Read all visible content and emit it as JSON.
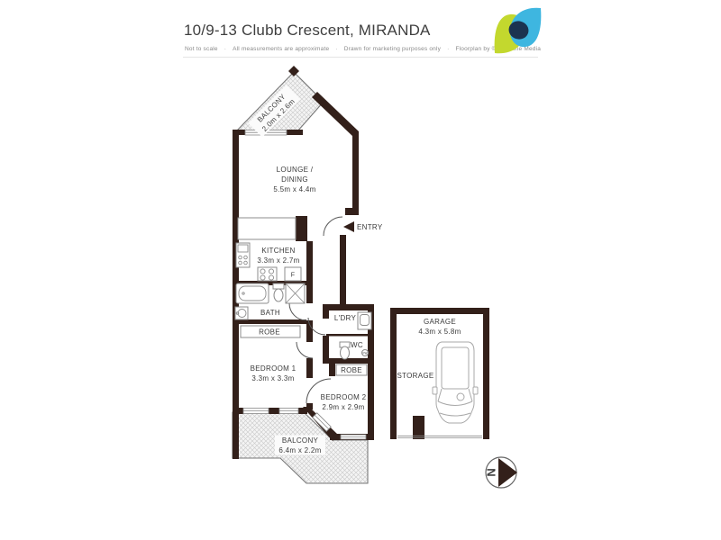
{
  "header": {
    "title": "10/9-13 Clubb Crescent, MIRANDA",
    "separator": "·",
    "disclaimer": [
      "Not to scale",
      "All measurements are approximate",
      "Drawn for marketing purposes only",
      "Floorplan by © Industrie Media"
    ]
  },
  "floorplan": {
    "rooms": {
      "balcony_top": {
        "name": "BALCONY",
        "dims": "2.0m x 2.6m"
      },
      "lounge_dining": {
        "name_line1": "LOUNGE /",
        "name_line2": "DINING",
        "dims": "5.5m x 4.4m"
      },
      "entry": {
        "name": "ENTRY"
      },
      "kitchen": {
        "name": "KITCHEN",
        "dims": "3.3m x 2.7m"
      },
      "bath": {
        "name": "BATH"
      },
      "robe_bed1": {
        "name": "ROBE"
      },
      "laundry": {
        "name": "L'DRY"
      },
      "wc": {
        "name": "WC"
      },
      "robe_bed2": {
        "name": "ROBE"
      },
      "bedroom1": {
        "name": "BEDROOM 1",
        "dims": "3.3m x 3.3m"
      },
      "bedroom2": {
        "name": "BEDROOM 2",
        "dims": "2.9m x 2.9m"
      },
      "balcony_bottom": {
        "name": "BALCONY",
        "dims": "6.4m x 2.2m"
      },
      "garage": {
        "name": "GARAGE",
        "dims": "4.3m x 5.8m"
      },
      "storage": {
        "name": "STORAGE"
      }
    },
    "fixtures": {
      "fridge": "F",
      "floor_waste": "FW"
    },
    "compass": {
      "north": "N"
    },
    "colors": {
      "wall": "#33201a",
      "hatch_bg": "#f4f4f4",
      "hatch_line": "#c9c9c9",
      "label_text": "#3b3b3b",
      "fixture_stroke": "#8c8c8c",
      "logo_lime": "#c3d82e",
      "logo_cyan": "#3eb6e0",
      "logo_navy": "#1b3350"
    }
  }
}
